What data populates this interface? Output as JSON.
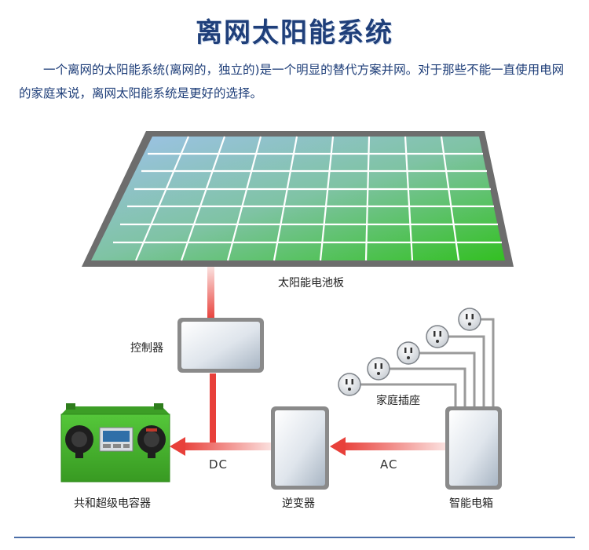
{
  "title": "离网太阳能系统",
  "intro": "一个离网的太阳能系统(离网的，独立的)是一个明显的替代方案并网。对于那些不能一直使用电网的家庭来说，离网太阳能系统是更好的选择。",
  "components": {
    "solar_panel": "太阳能电池板",
    "controller": "控制器",
    "storage": "共和超级电容器",
    "inverter": "逆变器",
    "smart_box": "智能电箱",
    "outlets": "家庭插座"
  },
  "flows": {
    "dc": "DC",
    "ac": "AC"
  },
  "colors": {
    "title": "#1f3f7a",
    "panel_blue": "#8ab7e6",
    "panel_green": "#3fc02a",
    "frame": "#6b6b6b",
    "flow_red": "#e8403a",
    "battery_green": "#46b62d"
  }
}
